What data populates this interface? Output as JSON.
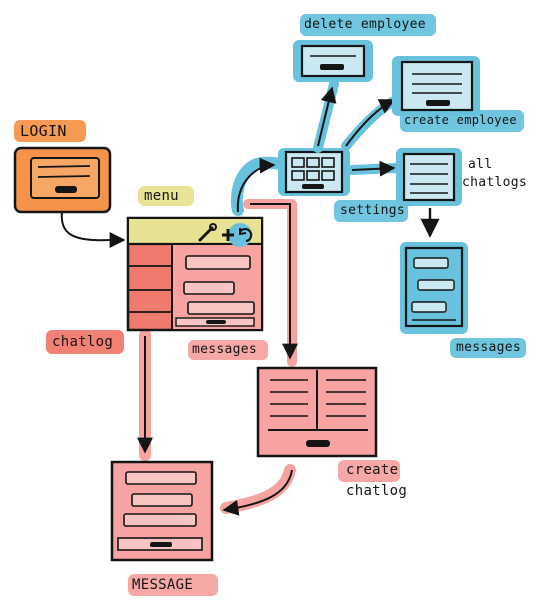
{
  "colors": {
    "orange": "#f5934a",
    "yellow": "#e7e291",
    "red": "#f07a6e",
    "pink": "#f6a3a1",
    "blue": "#68c2dd",
    "ink": "#151515",
    "panel_light": "#f8d3d1"
  },
  "labels": {
    "login": "LOGIN",
    "menu": "menu",
    "chatlog": "chatlog",
    "messages_pink": "messages",
    "message": "MESSAGE",
    "create_chatlog_line1": "create",
    "create_chatlog_line2": "chatlog",
    "settings": "settings",
    "delete_employee": "delete employee",
    "create_employee": "create employee",
    "all_chatlogs_line1": "all",
    "all_chatlogs_line2": "chatlogs",
    "messages_blue": "messages"
  },
  "icons": {
    "menu_toolbar": [
      "wrench-icon",
      "plus-icon",
      "refresh-icon"
    ]
  }
}
